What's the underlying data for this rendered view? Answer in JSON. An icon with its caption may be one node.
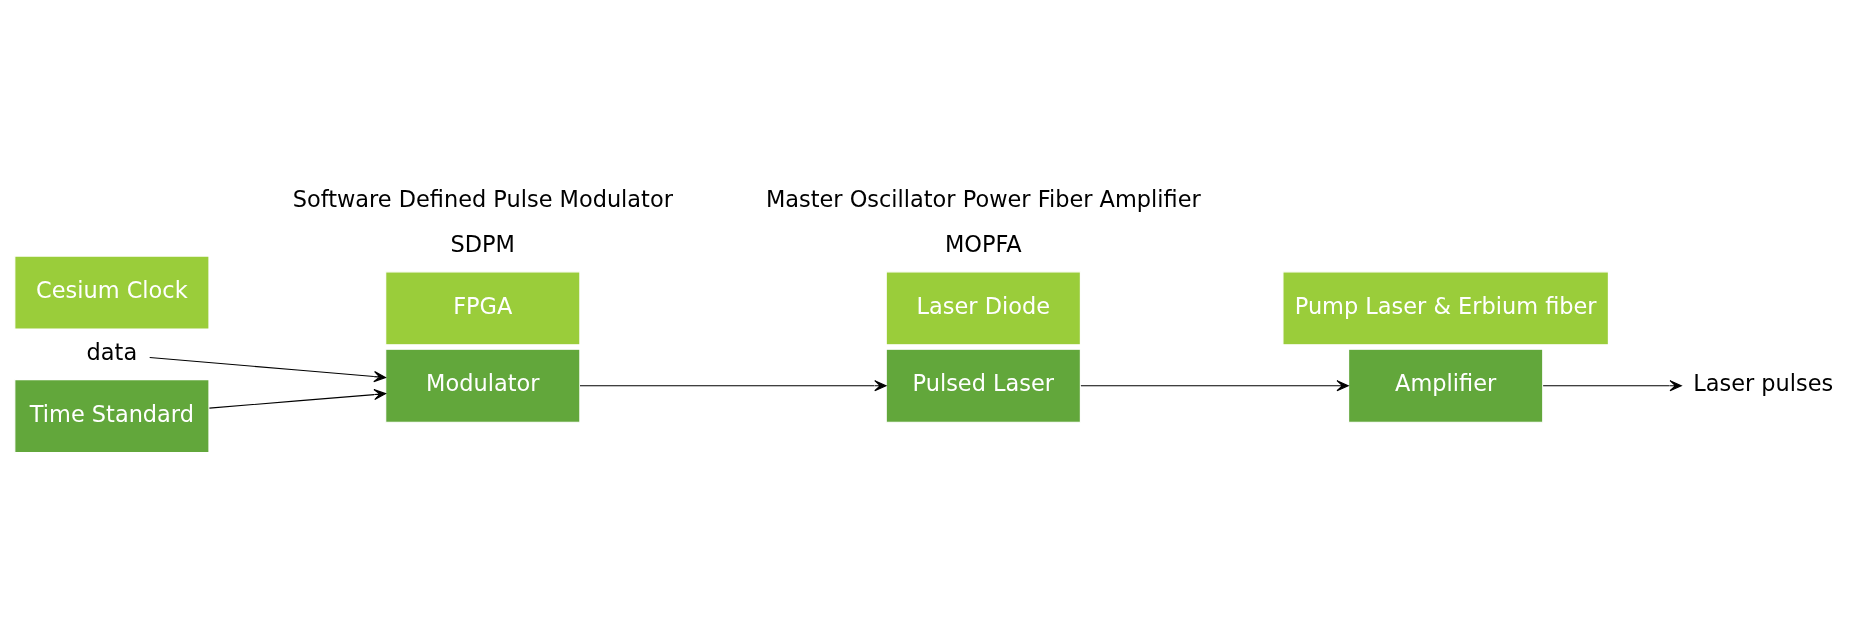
{
  "diagram": {
    "nodes": [
      {
        "text": [
          "data"
        ]
      },
      {
        "text": [
          "Time Standard"
        ]
      },
      {
        "text": [
          "Cesium Clock"
        ]
      },
      {
        "text": [
          "Modulator"
        ]
      },
      {
        "text": [
          "FPGA"
        ]
      },
      {
        "text": [
          "Pulsed Laser"
        ]
      },
      {
        "text": [
          "Laser Diode"
        ]
      },
      {
        "text": [
          "Amplifier"
        ]
      },
      {
        "text": [
          "Pump Laser & Erbium fiber"
        ]
      },
      {
        "text": [
          "Laser pulses"
        ]
      }
    ],
    "edges": [
      {
        "from": 0,
        "to": 3,
        "arrow": "to"
      },
      {
        "from": 1,
        "to": 3,
        "arrow": "to"
      },
      {
        "from": 3,
        "to": 5,
        "arrow": "to"
      },
      {
        "from": 5,
        "to": 7,
        "arrow": "to"
      },
      {
        "from": 7,
        "to": 9,
        "arrow": "to"
      }
    ],
    "labels": [
      "SDPM",
      "Software Defined Pulse Modulator",
      "MOPFA",
      "Master Oscillator Power Fiber Amplifier"
    ]
  }
}
